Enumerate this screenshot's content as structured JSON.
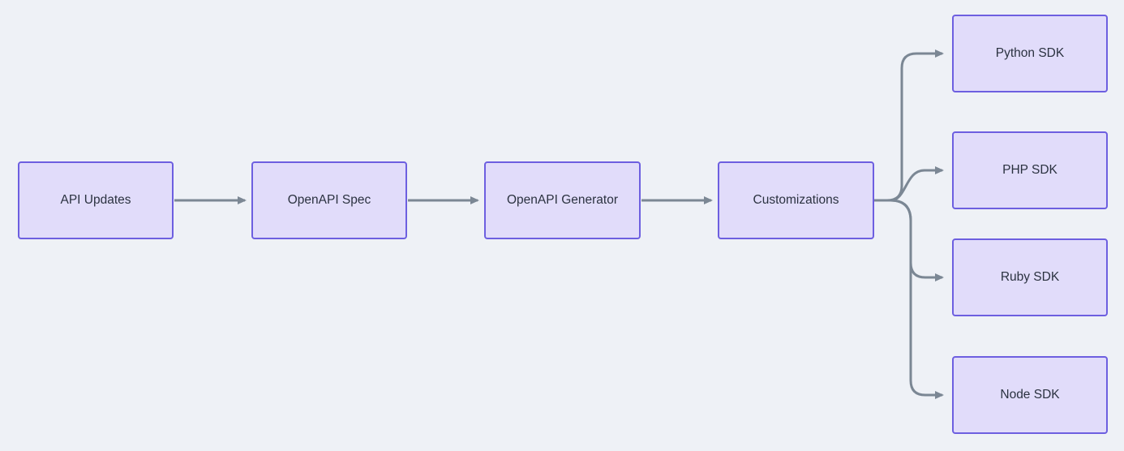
{
  "diagram": {
    "type": "flowchart",
    "direction": "left-to-right",
    "nodes": [
      {
        "id": "api-updates",
        "label": "API Updates"
      },
      {
        "id": "openapi-spec",
        "label": "OpenAPI Spec"
      },
      {
        "id": "openapi-generator",
        "label": "OpenAPI Generator"
      },
      {
        "id": "customizations",
        "label": "Customizations"
      },
      {
        "id": "python-sdk",
        "label": "Python SDK"
      },
      {
        "id": "php-sdk",
        "label": "PHP SDK"
      },
      {
        "id": "ruby-sdk",
        "label": "Ruby SDK"
      },
      {
        "id": "node-sdk",
        "label": "Node SDK"
      }
    ],
    "edges": [
      {
        "from": "api-updates",
        "to": "openapi-spec"
      },
      {
        "from": "openapi-spec",
        "to": "openapi-generator"
      },
      {
        "from": "openapi-generator",
        "to": "customizations"
      },
      {
        "from": "customizations",
        "to": "python-sdk"
      },
      {
        "from": "customizations",
        "to": "php-sdk"
      },
      {
        "from": "customizations",
        "to": "ruby-sdk"
      },
      {
        "from": "customizations",
        "to": "node-sdk"
      }
    ],
    "colors": {
      "background": "#eef1f6",
      "node_fill": "#e1dcfa",
      "node_border": "#6d5fe0",
      "node_text": "#2b3240",
      "edge": "#7b8794"
    }
  }
}
